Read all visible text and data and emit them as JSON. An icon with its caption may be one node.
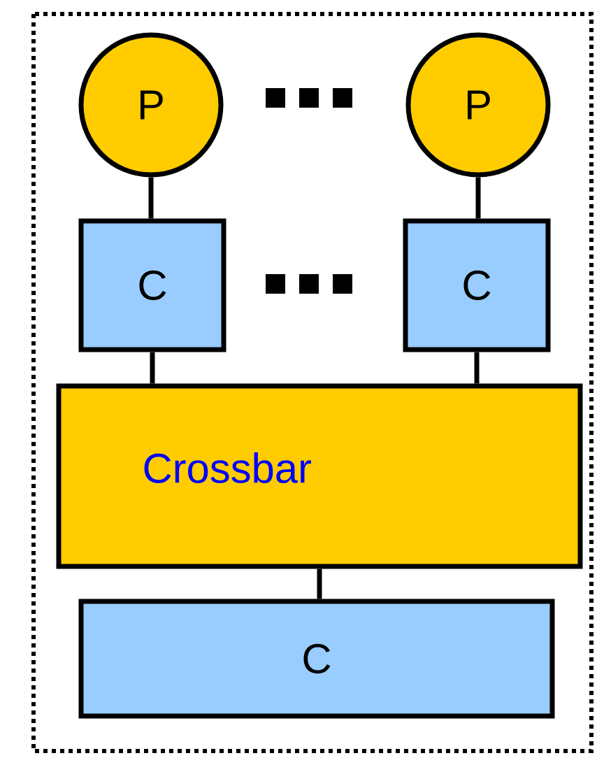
{
  "diagram": {
    "nodes": [
      {
        "text": [
          "P"
        ]
      },
      {
        "text": [
          "P"
        ]
      },
      {
        "text": [
          "C"
        ]
      },
      {
        "text": [
          "C"
        ]
      },
      {
        "text": [
          "Crossbar"
        ]
      },
      {
        "text": [
          "C"
        ]
      }
    ],
    "edges": [
      {
        "from": 0,
        "to": 2,
        "arrow": "none"
      },
      {
        "from": 1,
        "to": 3,
        "arrow": "none"
      },
      {
        "from": 2,
        "to": 4,
        "arrow": "none"
      },
      {
        "from": 3,
        "to": 4,
        "arrow": "none"
      },
      {
        "from": 4,
        "to": 5,
        "arrow": "none"
      }
    ]
  }
}
